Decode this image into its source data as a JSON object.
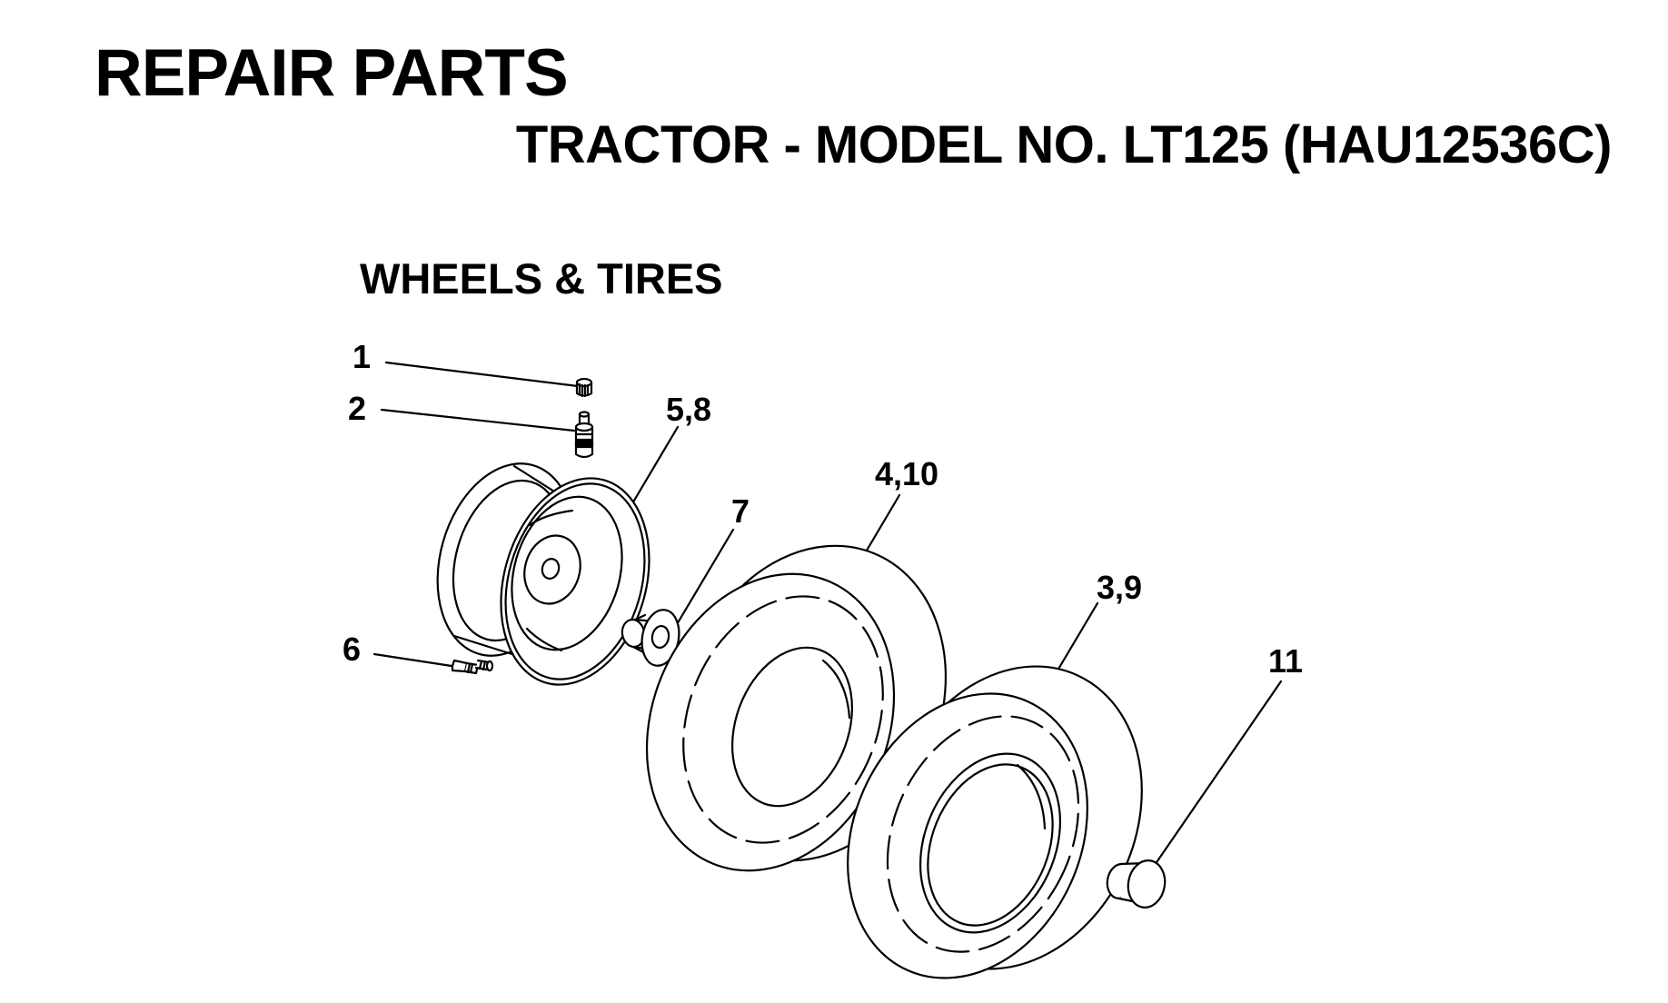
{
  "header": {
    "title": "REPAIR PARTS",
    "subtitle": "TRACTOR - MODEL NO. LT125 (HAU12536C)"
  },
  "section": {
    "title": "WHEELS & TIRES"
  },
  "callouts": [
    {
      "id": "c1",
      "label": "1"
    },
    {
      "id": "c2",
      "label": "2"
    },
    {
      "id": "c58",
      "label": "5,8"
    },
    {
      "id": "c7",
      "label": "7"
    },
    {
      "id": "c410",
      "label": "4,10"
    },
    {
      "id": "c39",
      "label": "3,9"
    },
    {
      "id": "c11",
      "label": "11"
    },
    {
      "id": "c6",
      "label": "6"
    }
  ],
  "parts": [
    {
      "callout": "1",
      "icon": "valve-cap-icon"
    },
    {
      "callout": "2",
      "icon": "valve-stem-icon"
    },
    {
      "callout": "5,8",
      "icon": "wheel-rim-icon"
    },
    {
      "callout": "7",
      "icon": "bearing-bushing-icon"
    },
    {
      "callout": "4,10",
      "icon": "front-tire-icon"
    },
    {
      "callout": "3,9",
      "icon": "rear-tire-icon"
    },
    {
      "callout": "11",
      "icon": "hub-cap-icon"
    },
    {
      "callout": "6",
      "icon": "grease-fitting-icon"
    }
  ],
  "colors": {
    "ink": "#000000",
    "paper": "#ffffff"
  }
}
